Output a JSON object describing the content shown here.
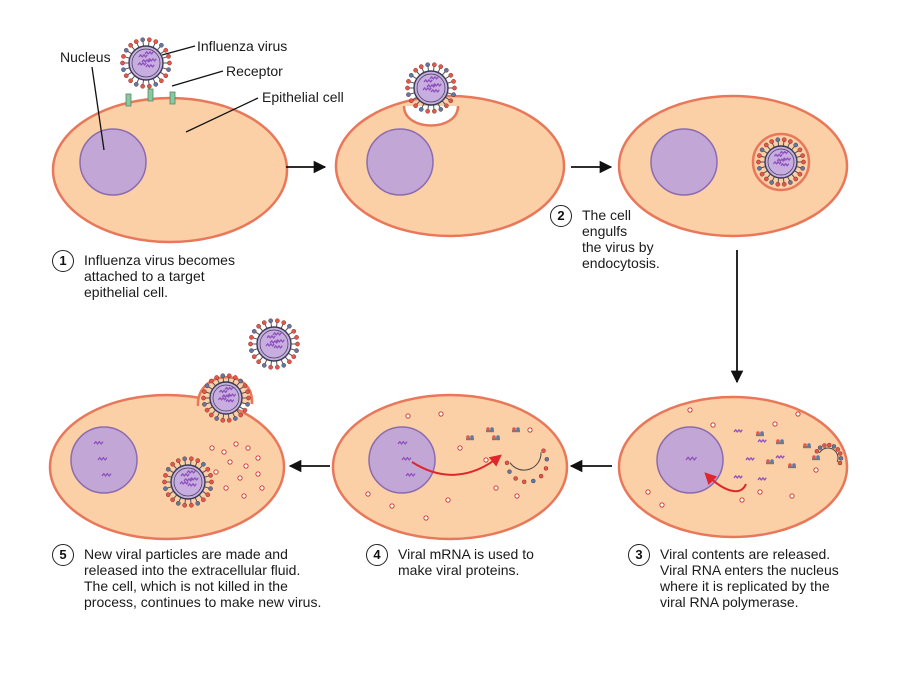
{
  "labels": {
    "nucleus": "Nucleus",
    "influenza_virus": "Influenza virus",
    "receptor": "Receptor",
    "epithelial_cell": "Epithelial cell"
  },
  "steps": [
    {
      "number": "1",
      "text": "Influenza virus becomes\nattached to a target\nepithelial cell."
    },
    {
      "number": "2",
      "text": "The cell\nengulfs\nthe virus by\nendocytosis."
    },
    {
      "number": "3",
      "text": "Viral contents are released.\nViral RNA enters the nucleus\nwhere it is replicated by the\nviral RNA polymerase."
    },
    {
      "number": "4",
      "text": "Viral mRNA is used to\nmake viral proteins."
    },
    {
      "number": "5",
      "text": "New viral particles are made and\nreleased into the extracellular fluid.\nThe cell, which is not killed in the\nprocess, continues to make new virus."
    }
  ],
  "colors": {
    "cell_fill": "#fbd0a6",
    "cell_stroke": "#e9775a",
    "nucleus_fill": "#c2a6d6",
    "nucleus_stroke": "#8b6cb0",
    "virus_core": "#c8aee0",
    "spike_red": "#e4574b",
    "spike_blue": "#5b7aa8",
    "rna": "#8f52bd",
    "arrow_red": "#e0262c",
    "receptor": "#8ec6a0"
  }
}
